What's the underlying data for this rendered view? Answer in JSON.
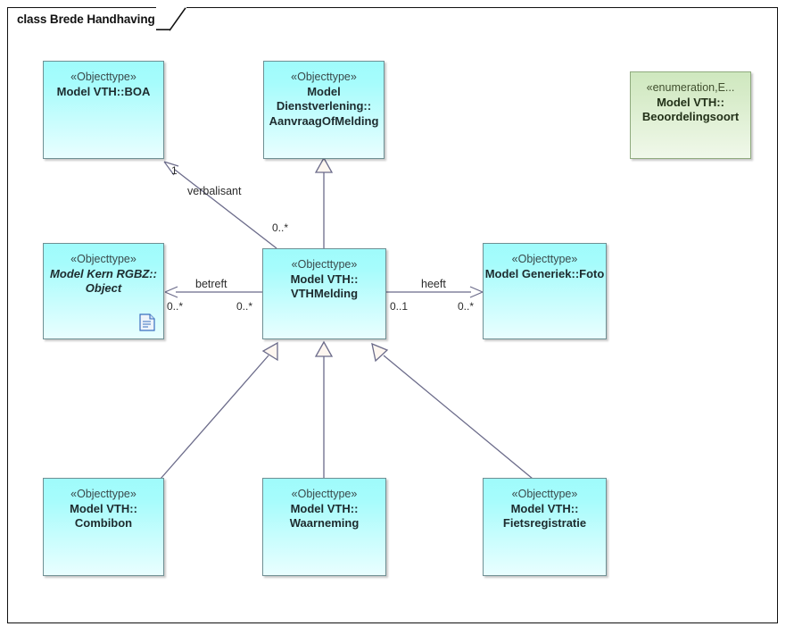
{
  "diagram": {
    "frame_label": "class Brede Handhaving",
    "colors": {
      "class_fill_top": "#9ffbfb",
      "class_fill_bottom": "#e9feff",
      "class_border": "#6f8f93",
      "enum_fill_top": "#cfe8bf",
      "enum_fill_bottom": "#f0f8ea",
      "enum_border": "#8faa7e",
      "connector": "#6b6b8a",
      "frame_border": "#111111",
      "note_icon": "#3a6fbf"
    }
  },
  "classes": [
    {
      "id": "boa",
      "stereotype": "«Objecttype»",
      "name_lines": [
        "Model VTH::BOA"
      ],
      "abstract": false,
      "kind": "class"
    },
    {
      "id": "aanvraagofmelding",
      "stereotype": "«Objecttype»",
      "name_lines": [
        "Model",
        "Dienstverlening::",
        "AanvraagOfMelding"
      ],
      "abstract": false,
      "kind": "class"
    },
    {
      "id": "beoordelingsoort",
      "stereotype": "«enumeration,E...",
      "name_lines": [
        "Model VTH::",
        "Beoordelingsoort"
      ],
      "abstract": false,
      "kind": "enumeration"
    },
    {
      "id": "object",
      "stereotype": "«Objecttype»",
      "name_lines": [
        "Model Kern RGBZ::",
        "Object"
      ],
      "abstract": true,
      "kind": "class",
      "note_icon": "document-icon"
    },
    {
      "id": "vthmelding",
      "stereotype": "«Objecttype»",
      "name_lines": [
        "Model VTH::",
        "VTHMelding"
      ],
      "abstract": false,
      "kind": "class"
    },
    {
      "id": "foto",
      "stereotype": "«Objecttype»",
      "name_lines": [
        "Model Generiek::Foto"
      ],
      "abstract": false,
      "kind": "class"
    },
    {
      "id": "combibon",
      "stereotype": "«Objecttype»",
      "name_lines": [
        "Model VTH::",
        "Combibon"
      ],
      "abstract": false,
      "kind": "class"
    },
    {
      "id": "waarneming",
      "stereotype": "«Objecttype»",
      "name_lines": [
        "Model VTH::",
        "Waarneming"
      ],
      "abstract": false,
      "kind": "class"
    },
    {
      "id": "fietsregistratie",
      "stereotype": "«Objecttype»",
      "name_lines": [
        "Model VTH::",
        "Fietsregistratie"
      ],
      "abstract": false,
      "kind": "class"
    }
  ],
  "connectors": [
    {
      "id": "verbalisant",
      "type": "association",
      "from": "vthmelding",
      "to": "boa",
      "label": "verbalisant",
      "source_multiplicity": "0..*",
      "target_multiplicity": "1"
    },
    {
      "id": "betreft",
      "type": "association",
      "from": "vthmelding",
      "to": "object",
      "label": "betreft",
      "source_multiplicity": "0..*",
      "target_multiplicity": "0..*"
    },
    {
      "id": "heeft",
      "type": "association",
      "from": "vthmelding",
      "to": "foto",
      "label": "heeft",
      "source_multiplicity": "0..1",
      "target_multiplicity": "0..*"
    },
    {
      "id": "gen-vthmelding-aanvraag",
      "type": "generalization",
      "from": "vthmelding",
      "to": "aanvraagofmelding",
      "label": "",
      "source_multiplicity": "",
      "target_multiplicity": ""
    },
    {
      "id": "gen-combibon-vthmelding",
      "type": "generalization",
      "from": "combibon",
      "to": "vthmelding",
      "label": "",
      "source_multiplicity": "",
      "target_multiplicity": ""
    },
    {
      "id": "gen-waarneming-vthmelding",
      "type": "generalization",
      "from": "waarneming",
      "to": "vthmelding",
      "label": "",
      "source_multiplicity": "",
      "target_multiplicity": ""
    },
    {
      "id": "gen-fietsregistratie-vthmelding",
      "type": "generalization",
      "from": "fietsregistratie",
      "to": "vthmelding",
      "label": "",
      "source_multiplicity": "",
      "target_multiplicity": ""
    }
  ],
  "edge_labels": {
    "verbalisant": "verbalisant",
    "verbalisant_target_mult": "1",
    "verbalisant_source_mult": "0..*",
    "betreft": "betreft",
    "betreft_target_mult": "0..*",
    "betreft_source_mult": "0..*",
    "heeft": "heeft",
    "heeft_source_mult": "0..1",
    "heeft_target_mult": "0..*"
  }
}
